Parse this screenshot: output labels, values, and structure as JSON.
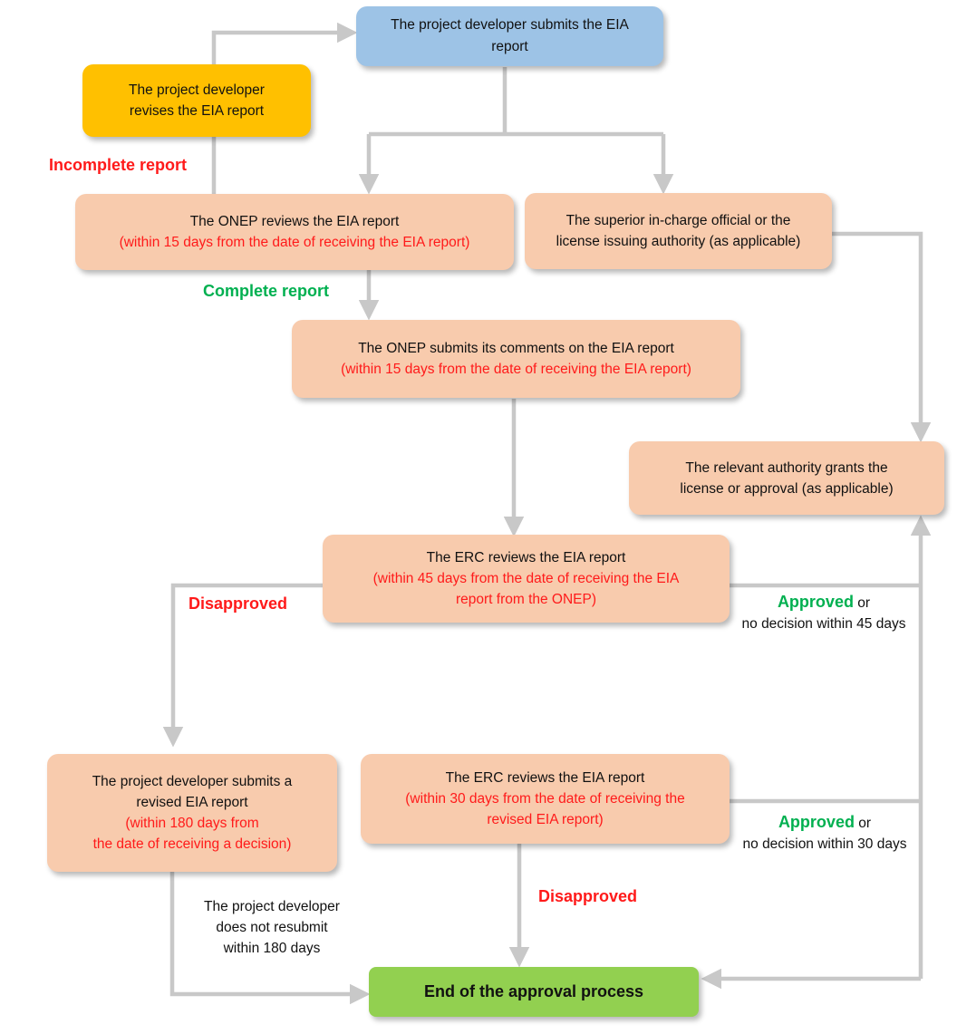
{
  "nodes": {
    "submit": {
      "line1": "The project developer submits the EIA",
      "line2": "report"
    },
    "revise": {
      "line1": "The project developer",
      "line2": "revises the EIA report"
    },
    "onep_review": {
      "line1": "The ONEP reviews the EIA report",
      "line2": "(within 15 days from the date of receiving the EIA report)"
    },
    "superior": {
      "line1": "The superior in-charge official or the",
      "line2": "license issuing authority (as applicable)"
    },
    "onep_comments": {
      "line1": "The ONEP submits its comments on the EIA report",
      "line2": "(within 15 days from the date of receiving the EIA report)"
    },
    "grant": {
      "line1": "The relevant authority grants the",
      "line2": "license or approval (as applicable)"
    },
    "erc_review1": {
      "line1": "The ERC reviews the EIA report",
      "line2": "(within 45 days from the date of receiving the EIA",
      "line3": "report from the ONEP)"
    },
    "resubmit": {
      "line1": "The project developer submits a",
      "line2": "revised EIA report",
      "line3": "(within 180 days from",
      "line4": "the date of receiving a decision)"
    },
    "erc_review2": {
      "line1": "The ERC reviews the EIA report",
      "line2": "(within 30 days from the date of receiving the",
      "line3": "revised EIA report)"
    },
    "end": {
      "label": "End of the approval process"
    }
  },
  "labels": {
    "incomplete": "Incomplete report",
    "complete": "Complete report",
    "disapproved1": "Disapproved",
    "disapproved2": "Disapproved",
    "approved1": {
      "bold": "Approved",
      "rest": " or",
      "line2": "no decision within 45 days"
    },
    "approved2": {
      "bold": "Approved",
      "rest": " or",
      "line2": "no decision within 30 days"
    },
    "no_resubmit": {
      "line1": "The project developer",
      "line2": "does not resubmit",
      "line3": "within 180 days"
    }
  },
  "colors": {
    "connector": "#c8c8c8",
    "blue_box": "#9dc3e6",
    "yellow_box": "#ffc000",
    "peach_box": "#f8cbad",
    "green_box": "#92d050",
    "red_text": "#ff1a1a",
    "green_text": "#00b050"
  }
}
